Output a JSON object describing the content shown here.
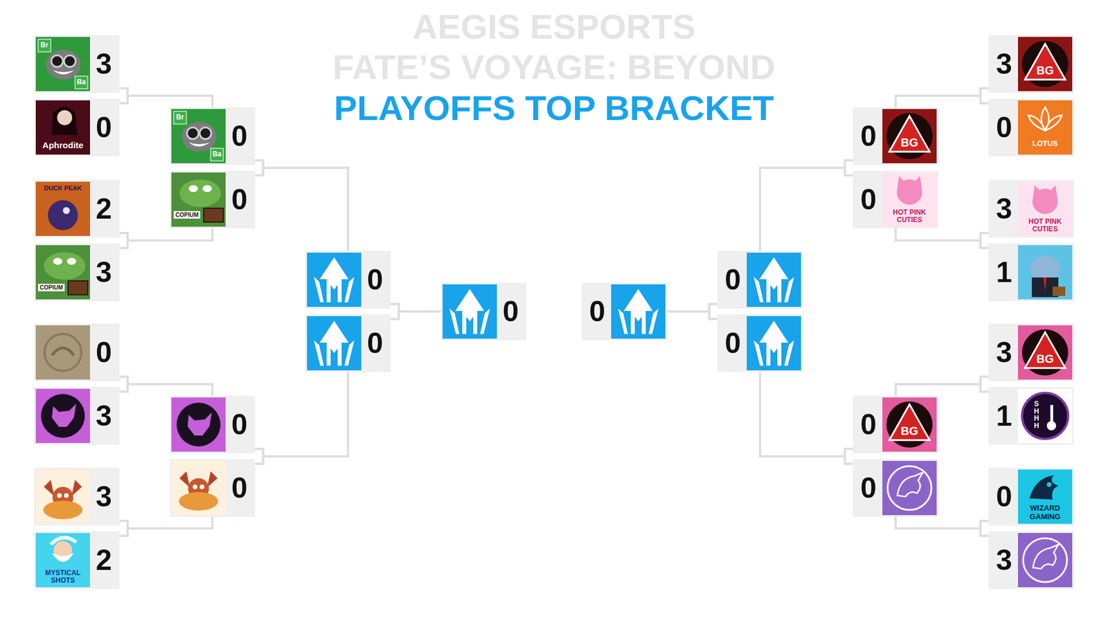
{
  "diagram": {
    "title": "PLAYOFFS TOP BRACKET",
    "nodes": [
      {
        "text": [
          "Br",
          "Ba",
          "3"
        ]
      },
      {
        "text": [
          "Aphrodite",
          "0"
        ]
      },
      {
        "text": [
          "DUCK PEAK",
          "2"
        ]
      },
      {
        "text": [
          "COPIUM",
          "3"
        ]
      },
      {
        "text": [
          "0"
        ]
      },
      {
        "text": [
          "3"
        ]
      },
      {
        "text": [
          "3"
        ]
      },
      {
        "text": [
          "MYSTICAL SHOTS",
          "2"
        ]
      },
      {
        "text": [
          "Br",
          "Ba",
          "0"
        ]
      },
      {
        "text": [
          "COPIUM",
          "0"
        ]
      },
      {
        "text": [
          "0"
        ]
      },
      {
        "text": [
          "0"
        ]
      },
      {
        "text": [
          "0"
        ]
      },
      {
        "text": [
          "0"
        ]
      },
      {
        "text": [
          "0"
        ]
      },
      {
        "text": [
          "0"
        ]
      },
      {
        "text": [
          "0"
        ]
      },
      {
        "text": [
          "0"
        ]
      },
      {
        "text": [
          "0",
          "BG"
        ]
      },
      {
        "text": [
          "0",
          "HOT PINK CUTIES"
        ]
      },
      {
        "text": [
          "0",
          "BG"
        ]
      },
      {
        "text": [
          "0"
        ]
      },
      {
        "text": [
          "3",
          "BG"
        ]
      },
      {
        "text": [
          "0",
          "LOTUS"
        ]
      },
      {
        "text": [
          "3",
          "HOT PINK CUTIES"
        ]
      },
      {
        "text": [
          "1"
        ]
      },
      {
        "text": [
          "3",
          "BG"
        ]
      },
      {
        "text": [
          "1",
          "SHHH"
        ]
      },
      {
        "text": [
          "0",
          "WIZARD GAMING"
        ]
      },
      {
        "text": [
          "3"
        ]
      }
    ],
    "edges": [
      {
        "from": 0,
        "to": 8,
        "arrow": "none"
      },
      {
        "from": 1,
        "to": 8,
        "arrow": "none"
      },
      {
        "from": 2,
        "to": 9,
        "arrow": "none"
      },
      {
        "from": 3,
        "to": 9,
        "arrow": "none"
      },
      {
        "from": 4,
        "to": 10,
        "arrow": "none"
      },
      {
        "from": 5,
        "to": 10,
        "arrow": "none"
      },
      {
        "from": 6,
        "to": 11,
        "arrow": "none"
      },
      {
        "from": 7,
        "to": 11,
        "arrow": "none"
      },
      {
        "from": 8,
        "to": 12,
        "arrow": "none"
      },
      {
        "from": 9,
        "to": 12,
        "arrow": "none"
      },
      {
        "from": 10,
        "to": 13,
        "arrow": "none"
      },
      {
        "from": 11,
        "to": 13,
        "arrow": "none"
      },
      {
        "from": 12,
        "to": 14,
        "arrow": "none"
      },
      {
        "from": 13,
        "to": 14,
        "arrow": "none"
      },
      {
        "from": 16,
        "to": 15,
        "arrow": "none"
      },
      {
        "from": 17,
        "to": 15,
        "arrow": "none"
      },
      {
        "from": 18,
        "to": 16,
        "arrow": "none"
      },
      {
        "from": 19,
        "to": 16,
        "arrow": "none"
      },
      {
        "from": 20,
        "to": 17,
        "arrow": "none"
      },
      {
        "from": 21,
        "to": 17,
        "arrow": "none"
      },
      {
        "from": 22,
        "to": 18,
        "arrow": "none"
      },
      {
        "from": 23,
        "to": 18,
        "arrow": "none"
      },
      {
        "from": 24,
        "to": 19,
        "arrow": "none"
      },
      {
        "from": 25,
        "to": 19,
        "arrow": "none"
      },
      {
        "from": 26,
        "to": 20,
        "arrow": "none"
      },
      {
        "from": 27,
        "to": 20,
        "arrow": "none"
      },
      {
        "from": 28,
        "to": 21,
        "arrow": "none"
      },
      {
        "from": 29,
        "to": 21,
        "arrow": "none"
      }
    ],
    "labels": [
      "AEGIS ESPORTS",
      "FATE’S VOYAGE: BEYOND"
    ]
  }
}
